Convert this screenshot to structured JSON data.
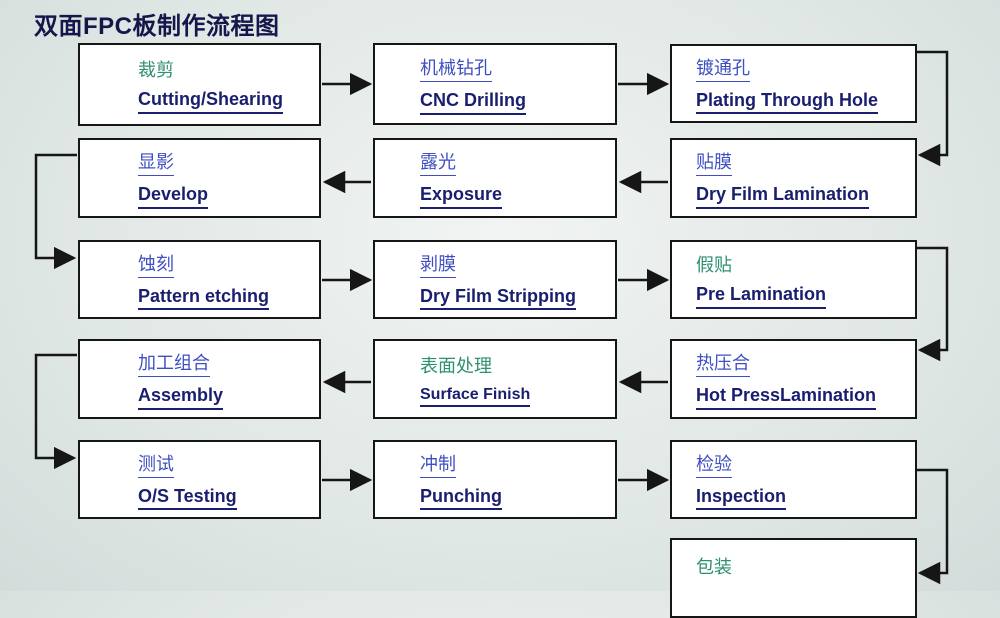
{
  "title": "双面FPC板制作流程图",
  "colors": {
    "title_navy": "#16164a",
    "zh_blue": "#3f4fc1",
    "zh_teal": "#2e8f72",
    "en_navy": "#191f6e",
    "connector_black": "#161616",
    "box_bg": "#ffffff",
    "page_bg": "#dde5e3"
  },
  "diagram": {
    "flow_order": "row1 left-to-right, down, row2 right-to-left, down, row3 left-to-right, down, row4 right-to-left, down, row5 left-to-right, down to packing",
    "nodes": [
      {
        "zh": "裁剪",
        "en": "Cutting/Shearing"
      },
      {
        "zh": "机械钻孔",
        "en": "CNC Drilling"
      },
      {
        "zh": "镀通孔",
        "en": "Plating Through Hole"
      },
      {
        "zh": "显影",
        "en": "Develop"
      },
      {
        "zh": "露光",
        "en": "Exposure"
      },
      {
        "zh": "贴膜",
        "en": "Dry Film Lamination"
      },
      {
        "zh": "蚀刻",
        "en": "Pattern etching"
      },
      {
        "zh": "剥膜",
        "en": "Dry Film Stripping"
      },
      {
        "zh": "假贴",
        "en": "Pre Lamination"
      },
      {
        "zh": "加工组合",
        "en": "Assembly"
      },
      {
        "zh": "表面处理",
        "en": "Surface Finish"
      },
      {
        "zh": "热压合",
        "en": "Hot PressLamination"
      },
      {
        "zh": "测试",
        "en": "O/S Testing"
      },
      {
        "zh": "冲制",
        "en": "Punching"
      },
      {
        "zh": "检验",
        "en": "Inspection"
      },
      {
        "zh": "包装",
        "en": ""
      }
    ]
  }
}
